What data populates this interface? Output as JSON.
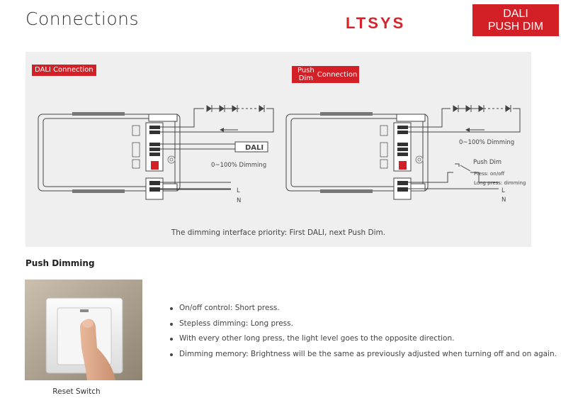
{
  "header": {
    "title": "Connections",
    "brand": "LTSYS",
    "badge_line1": "DALI",
    "badge_line2": "PUSH DIM"
  },
  "panel": {
    "dali_label": "DALI Connection",
    "push_label_line1": "Push",
    "push_label_line2": "Dim",
    "push_label_rest": "Connection",
    "left": {
      "dali_box": "DALI",
      "dimming": "0~100% Dimming",
      "l": "L",
      "n": "N"
    },
    "right": {
      "dimming": "0~100% Dimming",
      "push_dim": "Push Dim",
      "press1": "Press: on/off",
      "press2": "Long press: dimming",
      "l": "L",
      "n": "N"
    },
    "priority": "The dimming interface priority: First DALI, next Push Dim."
  },
  "push_section": {
    "title": "Push Dimming",
    "caption": "Reset Switch",
    "bullets": [
      "On/off control: Short press.",
      "Stepless dimming: Long press.",
      "With every other long press, the light level goes to the opposite direction.",
      "Dimming memory: Brightness will be the same as previously adjusted when turning off and on again."
    ]
  },
  "colors": {
    "accent": "#d32027",
    "panel_bg": "#efefef"
  }
}
